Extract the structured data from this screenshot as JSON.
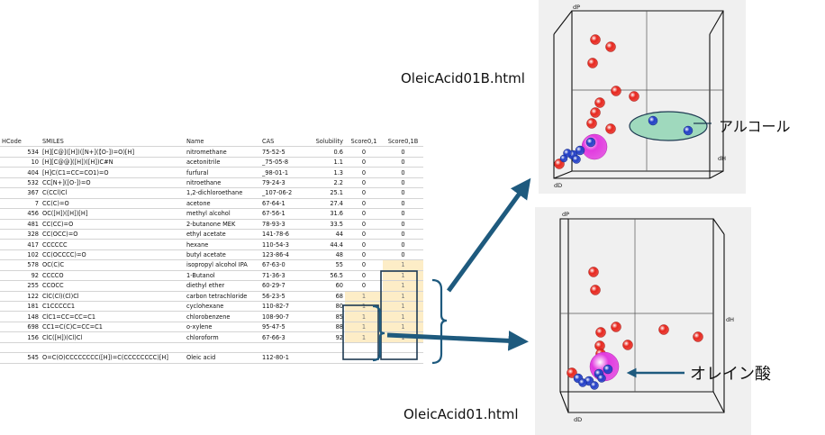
{
  "table": {
    "headers": [
      "HCode",
      "SMILES",
      "Name",
      "CAS",
      "Solubility",
      "Score0,1",
      "Score0,1B"
    ],
    "rows": [
      [
        "534",
        "[H][C@]([H])([N+](【O-])=O)[H]",
        "nitromethane",
        "75-52-5",
        "0.6",
        "0",
        "0"
      ],
      [
        "10",
        "[H][C@@]([H])([H])C#N",
        "acetonitrile",
        "_75-05-8",
        "1.1",
        "0",
        "0"
      ],
      [
        "404",
        "[H]C(C1=CC=CO1)=O",
        "furfural",
        "_98-01-1",
        "1.3",
        "0",
        "0"
      ],
      [
        "532",
        "CC[N+]([O-])=O",
        "nitroethane",
        "79-24-3",
        "2.2",
        "0",
        "0"
      ],
      [
        "367",
        "C(CCl)Cl",
        "1,2-dichloroethane",
        "_107-06-2",
        "25.1",
        "0",
        "0"
      ],
      [
        "7",
        "CC(C)=O",
        "acetone",
        "67-64-1",
        "27.4",
        "0",
        "0"
      ],
      [
        "456",
        "OC([H])([H])[H]",
        "methyl alcohol",
        "67-56-1",
        "31.6",
        "0",
        "0"
      ],
      [
        "481",
        "CC(CC)=O",
        "2-butanone MEK",
        "78-93-3",
        "33.5",
        "0",
        "0"
      ],
      [
        "328",
        "CC(OCC)=O",
        "ethyl acetate",
        "141-78-6",
        "44",
        "0",
        "0"
      ],
      [
        "417",
        "CCCCCC",
        "hexane",
        "110-54-3",
        "44.4",
        "0",
        "0"
      ],
      [
        "102",
        "CC(OCCCC)=O",
        "butyl acetate",
        "123-86-4",
        "48",
        "0",
        "0"
      ],
      [
        "578",
        "OC(C)C",
        "isopropyl alcohol IPA",
        "67-63-0",
        "55",
        "0",
        "1"
      ],
      [
        "92",
        "CCCCO",
        "1-Butanol",
        "71-36-3",
        "56.5",
        "0",
        "1"
      ],
      [
        "255",
        "CCOCC",
        "diethyl ether",
        "60-29-7",
        "60",
        "0",
        "1"
      ],
      [
        "122",
        "ClC(Cl)(Cl)Cl",
        "carbon tetrachloride",
        "56-23-5",
        "68",
        "1",
        "1"
      ],
      [
        "181",
        "C1CCCCC1",
        "cyclohexane",
        "110-82-7",
        "80",
        "1",
        "1"
      ],
      [
        "148",
        "ClC1=CC=CC=C1",
        "chlorobenzene",
        "108-90-7",
        "85",
        "1",
        "1"
      ],
      [
        "698",
        "CC1=C(C)C=CC=C1",
        "o-xylene",
        "95-47-5",
        "88",
        "1",
        "1"
      ],
      [
        "156",
        "ClC([H])(Cl)Cl",
        "chloroform",
        "67-66-3",
        "92",
        "1",
        "1"
      ],
      [
        "",
        "",
        "",
        "",
        "",
        "",
        ""
      ],
      [
        "545",
        "O=C(O)CCCCCCCC([H])=C(CCCCCCCC)[H]",
        "Oleic acid",
        "112-80-1",
        "",
        "",
        ""
      ]
    ]
  },
  "labels": {
    "top_file": "OleicAcid01B.html",
    "bottom_file": "OleicAcid01.html",
    "alcohol": "アルコール",
    "oleic_acid": "オレイン酸"
  },
  "plots": {
    "top": {
      "axis_dp": "dP",
      "axis_dh": "dH",
      "axis_dd": "dD"
    },
    "bottom": {
      "axis_dp": "dP",
      "axis_dh": "dH",
      "axis_dd": "dD"
    }
  },
  "colors": {
    "highlight": "#fdedc7",
    "arrow": "#1e5a7e",
    "bracket": "#1e5a7e",
    "alcohol_ellipse": "#9fd9bd",
    "red_sphere": "#e8281f",
    "blue_sphere": "#2440c8",
    "magenta_sphere": "#e23be0"
  }
}
